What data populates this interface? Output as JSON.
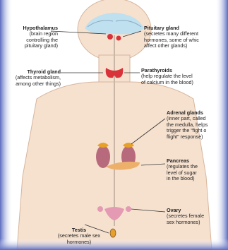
{
  "labels": {
    "hypothalamus": {
      "title": "Hypothalamus",
      "desc": [
        "(brain region",
        "controlling the",
        "pituitary gland)"
      ]
    },
    "pituitary": {
      "title": "Pituitary gland",
      "desc": [
        "(secretes many different",
        "hormones, some of whic",
        "affect other glands)"
      ]
    },
    "thyroid": {
      "title": "Thyroid gland",
      "desc": [
        "(affects metabolism,",
        "among other things)"
      ]
    },
    "parathyroids": {
      "title": "Parathyroids",
      "desc": [
        "(help regulate the level",
        "of calcium in the blood)"
      ]
    },
    "adrenal": {
      "title": "Adrenal glands",
      "desc": [
        "(inner part, called",
        "the medulla, helps",
        "trigger the “fight o",
        "flight” response)"
      ]
    },
    "pancreas": {
      "title": "Pancreas",
      "desc": [
        "(regulates the",
        "level of sugar",
        "in the blood)"
      ]
    },
    "ovary": {
      "title": "Ovary",
      "desc": [
        "(secretes female",
        "sex hormones)"
      ]
    },
    "testis": {
      "title": "Testis",
      "desc": [
        "(secretes male sex",
        "hormones)"
      ]
    }
  },
  "colors": {
    "background": "#5a6cc0",
    "panel": "#ffffff",
    "skin": "#f6e1cf",
    "skin_outline": "#d7b59c",
    "brain": "#bfe0ef",
    "gland_red": "#d9333a",
    "adrenal": "#e7a02a",
    "kidney": "#b86a7d",
    "pancreas": "#ecb06b",
    "ovary": "#e39ab2"
  }
}
